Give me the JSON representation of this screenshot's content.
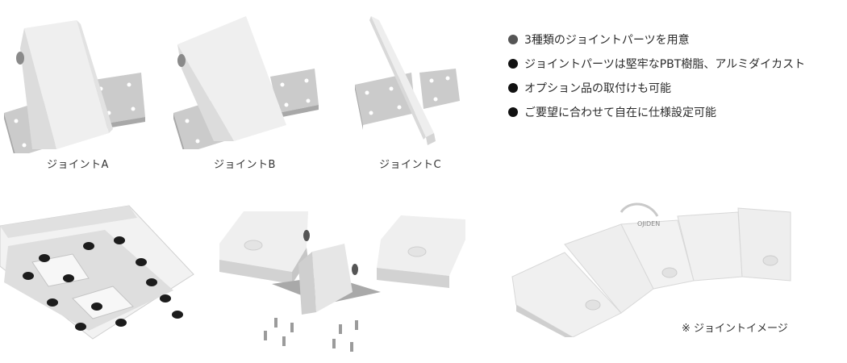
{
  "bullets": [
    {
      "text": "3種類のジョイントパーツを用意",
      "color": "#555555"
    },
    {
      "text": "ジョイントパーツは堅牢なPBT樹脂、アルミダイカスト",
      "color": "#111111"
    },
    {
      "text": "オプション品の取付けも可能",
      "color": "#111111"
    },
    {
      "text": "ご要望に合わせて自在に仕様設定可能",
      "color": "#111111"
    }
  ],
  "captions": {
    "joint_a": "ジョイントA",
    "joint_b": "ジョイントB",
    "joint_c": "ジョイントC"
  },
  "note": "※ ジョイントイメージ",
  "product_logo": "OJIDEN",
  "colors": {
    "plate": "#c9c9c9",
    "plate_dark": "#a9a9a9",
    "body": "#eeeeee",
    "body_shade": "#d9d9d9",
    "pad": "#1c1c1c"
  }
}
